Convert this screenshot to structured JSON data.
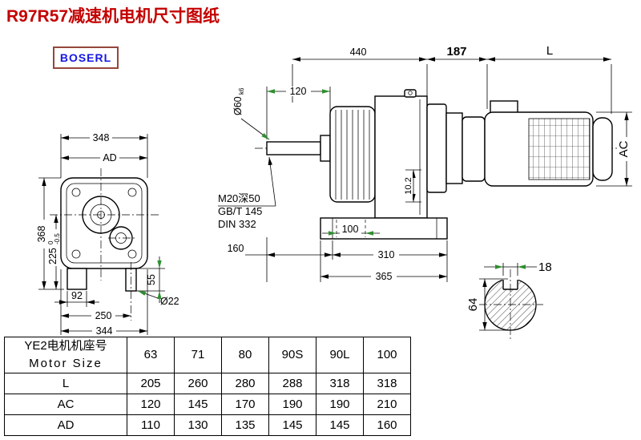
{
  "page": {
    "title": "R97R57减速机电机尺寸图纸",
    "brand": "BOSERL"
  },
  "dims": {
    "overall_440": "440",
    "flange_187": "187",
    "motor_L": "L",
    "shaft_len_120": "120",
    "shaft_dia": "Ø60",
    "shaft_dia_tol": "k6",
    "tap_thread": "M20深50",
    "tap_std_gb": "GB/T 145",
    "tap_std_din": "DIN 332",
    "key_depth_10_2": "10.2",
    "bolt_span_100": "100",
    "base_160": "160",
    "base_310": "310",
    "base_365": "365",
    "motor_ac": "AC",
    "front_348": "348",
    "front_ad": "AD",
    "front_368": "368",
    "front_225": "225",
    "front_225_tol_upper": "0",
    "front_225_tol_lower": "-0.5",
    "foot_92": "92",
    "foot_250": "250",
    "foot_344": "344",
    "foot_55": "55",
    "shaft_dia_22": "Ø22",
    "key_width_18": "18",
    "shaft_64": "64"
  },
  "table": {
    "header_line1": "YE2电机机座号",
    "header_line2": "Motor Size",
    "sizes": [
      "63",
      "71",
      "80",
      "90S",
      "90L",
      "100"
    ],
    "rows": [
      {
        "label": "L",
        "values": [
          "205",
          "260",
          "280",
          "288",
          "318",
          "318"
        ]
      },
      {
        "label": "AC",
        "values": [
          "120",
          "145",
          "170",
          "190",
          "190",
          "210"
        ]
      },
      {
        "label": "AD",
        "values": [
          "110",
          "130",
          "135",
          "145",
          "145",
          "160"
        ]
      }
    ]
  }
}
